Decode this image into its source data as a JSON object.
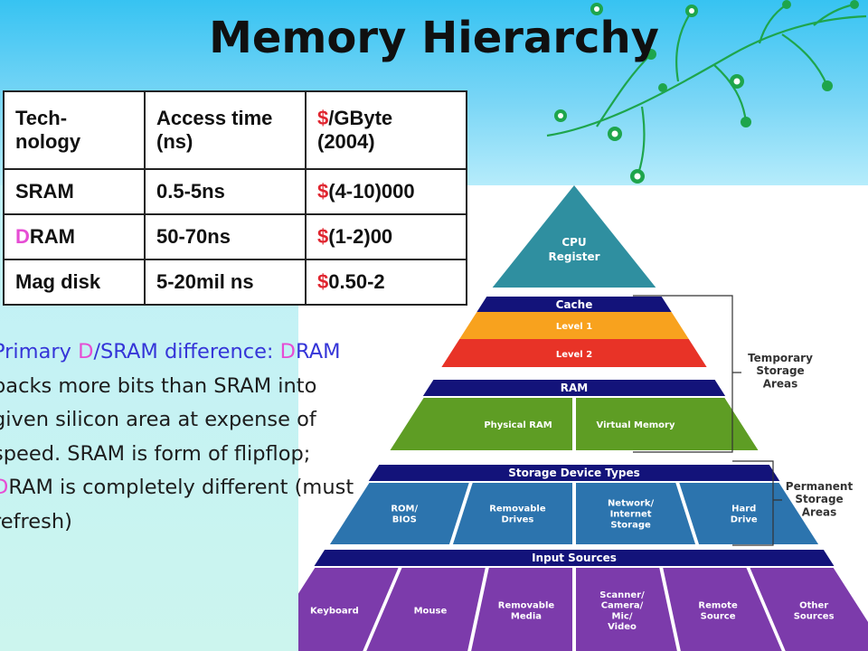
{
  "slide": {
    "title": "Memory Hierarchy",
    "colors": {
      "sky": "#37c3f2",
      "mint": "#ccf5ee",
      "accent_red": "#e0252f",
      "accent_pink": "#e64dd4",
      "text_blue": "#3535d8",
      "pyramid_teal": "#2f8fa0",
      "pyramid_orange": "#f8a21e",
      "pyramid_red": "#e83327",
      "pyramid_navy": "#13137a",
      "pyramid_green": "#5e9d24",
      "pyramid_blue": "#2c74ae",
      "pyramid_purple": "#7c3bab"
    }
  },
  "table": {
    "headers": [
      {
        "text": "Tech-\nnology"
      },
      {
        "text": "Access time (ns)"
      },
      {
        "prefix": "$",
        "text": "/GByte (2004)"
      }
    ],
    "rows": [
      {
        "tech": "SRAM",
        "access": "0.5-5ns",
        "cost_prefix": "$",
        "cost": "(4-10)000"
      },
      {
        "tech_prefix": "D",
        "tech": "RAM",
        "access": "50-70ns",
        "cost_prefix": "$",
        "cost": "(1-2)00"
      },
      {
        "tech": "Mag disk",
        "access": "5-20mil ns",
        "cost_prefix": "$",
        "cost": "0.50-2"
      }
    ]
  },
  "paragraph": {
    "lines": [
      [
        {
          "t": "Primary "
        },
        {
          "t": "D",
          "c": "pink"
        },
        {
          "t": "/SRAM difference: "
        },
        {
          "t": "D",
          "c": "pink"
        },
        {
          "t": "RAM"
        }
      ],
      [
        {
          "t": "packs more bits than SRAM into"
        }
      ],
      [
        {
          "t": "given silicon area at expense of"
        }
      ],
      [
        {
          "t": "speed. SRAM is form of flipflop;"
        }
      ],
      [
        {
          "t": "D",
          "c": "pink"
        },
        {
          "t": "RAM is completely different (must"
        }
      ],
      [
        {
          "t": "refresh)"
        }
      ]
    ]
  },
  "pyramid": {
    "top": {
      "line1": "CPU",
      "line2": "Register"
    },
    "cache": {
      "label": "Cache",
      "level1": "Level 1",
      "level2": "Level 2"
    },
    "ram": {
      "label": "RAM",
      "physical": "Physical RAM",
      "virtual": "Virtual Memory"
    },
    "storage": {
      "label": "Storage Device Types",
      "items": [
        {
          "lines": [
            "ROM/",
            "BIOS"
          ]
        },
        {
          "lines": [
            "Removable",
            "Drives"
          ]
        },
        {
          "lines": [
            "Network/",
            "Internet",
            "Storage"
          ]
        },
        {
          "lines": [
            "Hard",
            "Drive"
          ]
        }
      ]
    },
    "input": {
      "label": "Input Sources",
      "items": [
        {
          "lines": [
            "Keyboard"
          ]
        },
        {
          "lines": [
            "Mouse"
          ]
        },
        {
          "lines": [
            "Removable",
            "Media"
          ]
        },
        {
          "lines": [
            "Scanner/",
            "Camera/",
            "Mic/",
            "Video"
          ]
        },
        {
          "lines": [
            "Remote",
            "Source"
          ]
        },
        {
          "lines": [
            "Other",
            "Sources"
          ]
        }
      ]
    },
    "brackets": [
      {
        "lines": [
          "Temporary",
          "Storage",
          "Areas"
        ]
      },
      {
        "lines": [
          "Permanent",
          "Storage",
          "Areas"
        ]
      }
    ]
  }
}
